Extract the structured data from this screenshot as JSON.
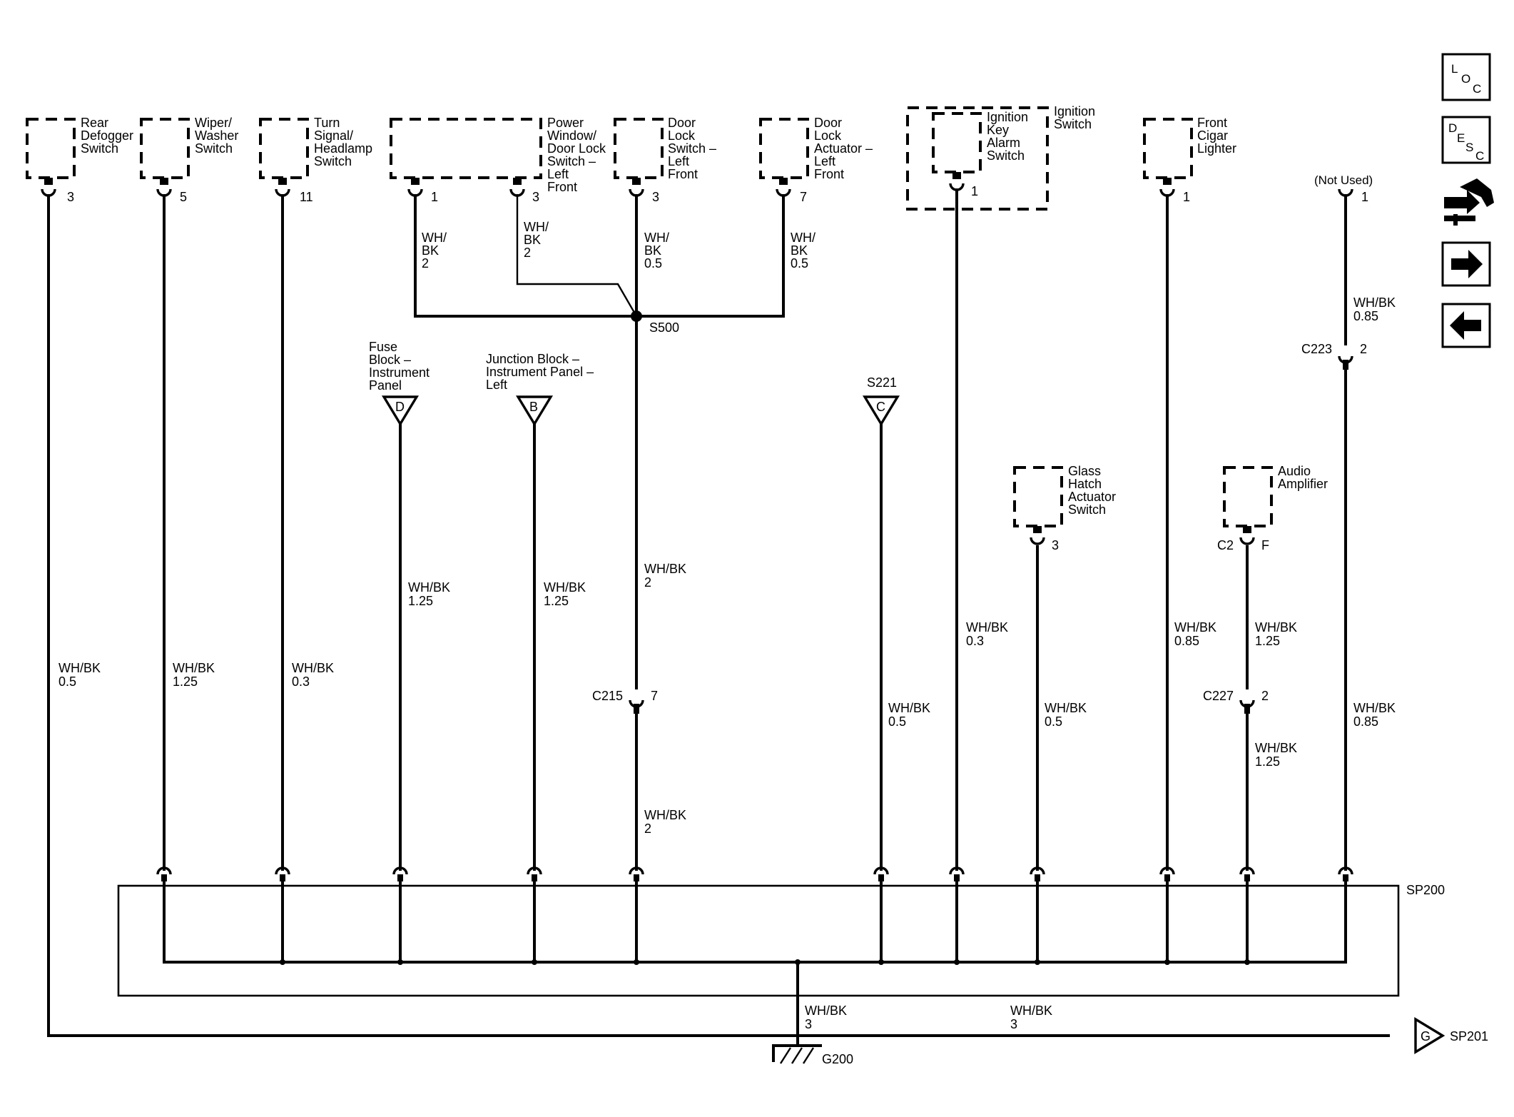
{
  "components": {
    "rear_defogger": [
      "Rear",
      "Defogger",
      "Switch"
    ],
    "wiper_washer": [
      "Wiper/",
      "Washer",
      "Switch"
    ],
    "turn_signal": [
      "Turn",
      "Signal/",
      "Headlamp",
      "Switch"
    ],
    "power_window": [
      "Power",
      "Window/",
      "Door Lock",
      "Switch –",
      "Left",
      "Front"
    ],
    "door_lock_switch": [
      "Door",
      "Lock",
      "Switch –",
      "Left",
      "Front"
    ],
    "door_lock_actuator": [
      "Door",
      "Lock",
      "Actuator –",
      "Left",
      "Front"
    ],
    "ignition_key_alarm": [
      "Ignition",
      "Key",
      "Alarm",
      "Switch"
    ],
    "ignition_switch": [
      "Ignition",
      "Switch"
    ],
    "cigar_lighter": [
      "Front",
      "Cigar",
      "Lighter"
    ],
    "not_used": "(Not Used)",
    "fuse_block": [
      "Fuse",
      "Block –",
      "Instrument",
      "Panel"
    ],
    "junction_block": [
      "Junction Block –",
      "Instrument Panel –",
      "Left"
    ],
    "s221": "S221",
    "glass_hatch": [
      "Glass",
      "Hatch",
      "Actuator",
      "Switch"
    ],
    "audio_amp": [
      "Audio",
      "Amplifier"
    ]
  },
  "pins": {
    "rear_defogger": "3",
    "wiper_washer": "5",
    "turn_signal": "11",
    "pw_1": "1",
    "pw_3": "3",
    "door_lock_switch": "3",
    "door_lock_actuator": "7",
    "ignition": "1",
    "cigar": "1",
    "not_used": "1",
    "glass_hatch": "3",
    "audio_c2": "C2",
    "audio_f": "F"
  },
  "flags": {
    "fuse": "D",
    "junction": "B",
    "s221": "C",
    "sp201": "G"
  },
  "splices": {
    "s500": "S500",
    "sp200": "SP200",
    "sp201": "SP201"
  },
  "connectors": {
    "c215": "C215",
    "c215_pin": "7",
    "c227": "C227",
    "c227_pin": "2",
    "c223": "C223",
    "c223_pin": "2"
  },
  "ground": "G200",
  "wires": {
    "w_rear": [
      "WH/BK",
      "0.5"
    ],
    "w_wiper": [
      "WH/BK",
      "1.25"
    ],
    "w_turn": [
      "WH/BK",
      "0.3"
    ],
    "w_pw1": [
      "WH/",
      "BK",
      "2"
    ],
    "w_pw3": [
      "WH/",
      "BK",
      "2"
    ],
    "w_dls": [
      "WH/",
      "BK",
      "0.5"
    ],
    "w_dla": [
      "WH/",
      "BK",
      "0.5"
    ],
    "w_fuse": [
      "WH/BK",
      "1.25"
    ],
    "w_junc": [
      "WH/BK",
      "1.25"
    ],
    "w_main_up": [
      "WH/BK",
      "2"
    ],
    "w_main_dn": [
      "WH/BK",
      "2"
    ],
    "w_s221": [
      "WH/BK",
      "0.5"
    ],
    "w_ign": [
      "WH/BK",
      "0.3"
    ],
    "w_glass": [
      "WH/BK",
      "0.5"
    ],
    "w_cigar": [
      "WH/BK",
      "0.85"
    ],
    "w_audio_up": [
      "WH/BK",
      "1.25"
    ],
    "w_audio_dn": [
      "WH/BK",
      "1.25"
    ],
    "w_nu_up": [
      "WH/BK",
      "0.85"
    ],
    "w_nu_dn": [
      "WH/BK",
      "0.85"
    ],
    "w_ground": [
      "WH/BK",
      "3"
    ],
    "w_sp201": [
      "WH/BK",
      "3"
    ]
  },
  "nav": {
    "loc": [
      "L",
      "O",
      "C"
    ],
    "desc": [
      "D",
      "E",
      "S",
      "C"
    ],
    "icons": [
      "harness-icon",
      "arrow-right-icon",
      "arrow-left-icon"
    ]
  }
}
